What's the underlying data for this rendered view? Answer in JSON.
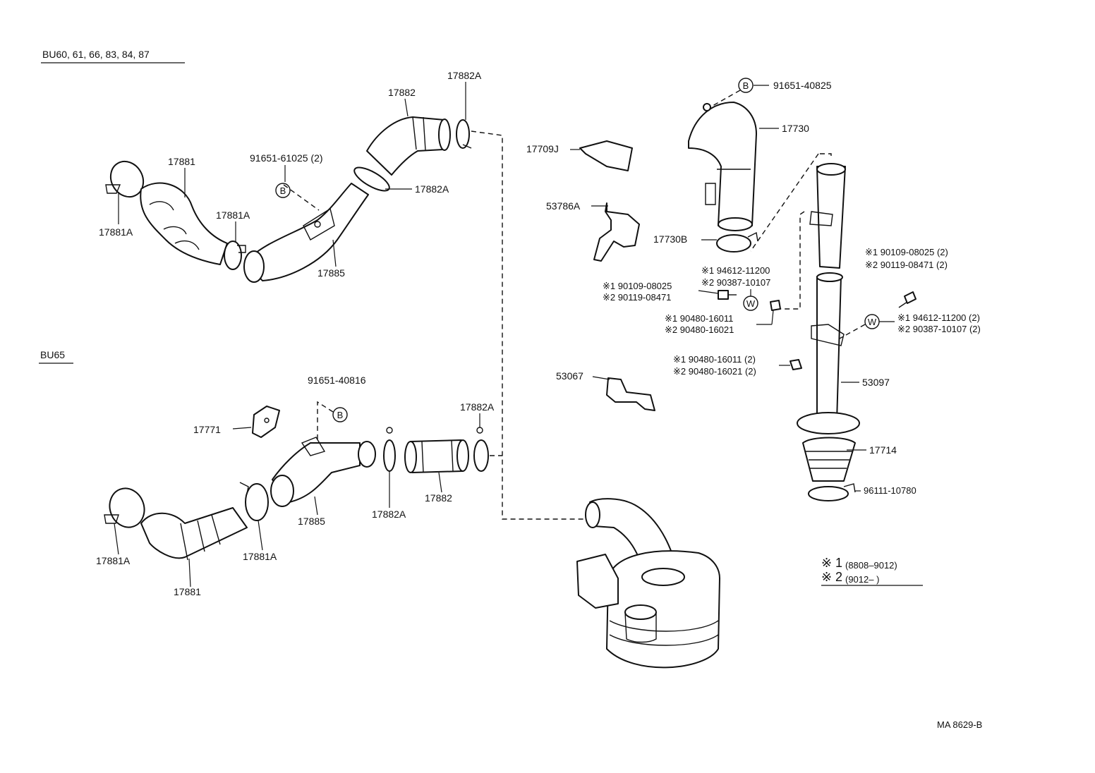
{
  "sections": {
    "upper": "BU60, 61, 66, 83, 84, 87",
    "lower": "BU65"
  },
  "diagram_id": "MA 8629-B",
  "legend": {
    "mark": "※",
    "n1": "1",
    "n2": "2",
    "r1": "(8808–9012)",
    "r2": "(9012–      )"
  },
  "callouts": {
    "b": "B",
    "w": "W"
  },
  "parts": {
    "p17882A_top": "17882A",
    "p17882_top": "17882",
    "p91651_61025": "91651-61025 (2)",
    "p17881_top": "17881",
    "p17882A_mid": "17882A",
    "p17881A_l": "17881A",
    "p17881A_r": "17881A",
    "p17885_top": "17885",
    "p91651_40825": "91651-40825",
    "p17730": "17730",
    "p17709J": "17709J",
    "p53786A": "53786A",
    "p17730B": "17730B",
    "n1_94612": "※1 94612-11200",
    "n2_90387": "※2 90387-10107",
    "n1_90109_l": "※1 90109-08025",
    "n2_90119_l": "※2 90119-08471",
    "n1_90480": "※1 90480-16011",
    "n2_90480": "※2 90480-16021",
    "n1_90109_r": "※1 90109-08025 (2)",
    "n2_90119_r": "※2 90119-08471 (2)",
    "n1_94612_r": "※1 94612-11200 (2)",
    "n2_90387_r": "※2 90387-10107 (2)",
    "n1_90480_b": "※1 90480-16011 (2)",
    "n2_90480_b": "※2 90480-16021 (2)",
    "p53067": "53067",
    "p53097": "53097",
    "p17714": "17714",
    "p96111": "96111-10780",
    "p91651_40816": "91651-40816",
    "p17882A_low": "17882A",
    "p17771": "17771",
    "p17885_low": "17885",
    "p17882A_low2": "17882A",
    "p17882_low": "17882",
    "p17881A_low_l": "17881A",
    "p17881A_low_r": "17881A",
    "p17881_low": "17881"
  }
}
